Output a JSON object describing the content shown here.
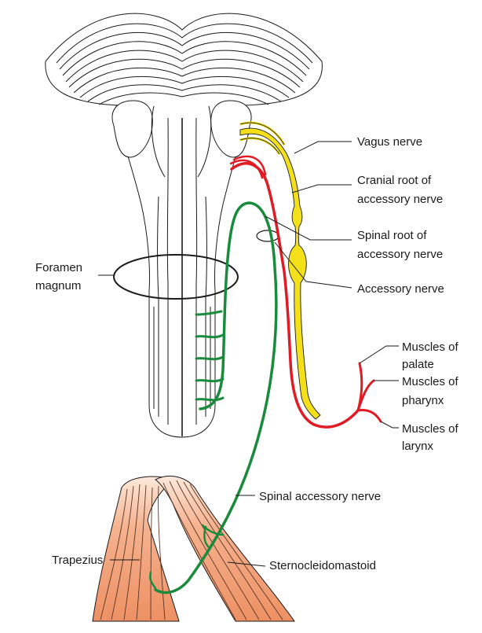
{
  "labels": {
    "vagus": "Vagus nerve",
    "cranial_root_1": "Cranial root of",
    "cranial_root_2": "accessory nerve",
    "spinal_root_1": "Spinal root of",
    "spinal_root_2": "accessory nerve",
    "accessory": "Accessory nerve",
    "foramen_1": "Foramen",
    "foramen_2": "magnum",
    "palate_1": "Muscles of",
    "palate_2": "palate",
    "pharynx_1": "Muscles of",
    "pharynx_2": "pharynx",
    "larynx_1": "Muscles of",
    "larynx_2": "larynx",
    "spinal_accessory": "Spinal accessory nerve",
    "trapezius": "Trapezius",
    "sternocleidomastoid": "Sternocleidomastoid"
  },
  "colors": {
    "vagus": "#f3e01a",
    "cranial_root": "#e01b24",
    "spinal_root": "#1a8a3c",
    "muscle": "#f2a27c",
    "outline": "#1a1a1a"
  }
}
